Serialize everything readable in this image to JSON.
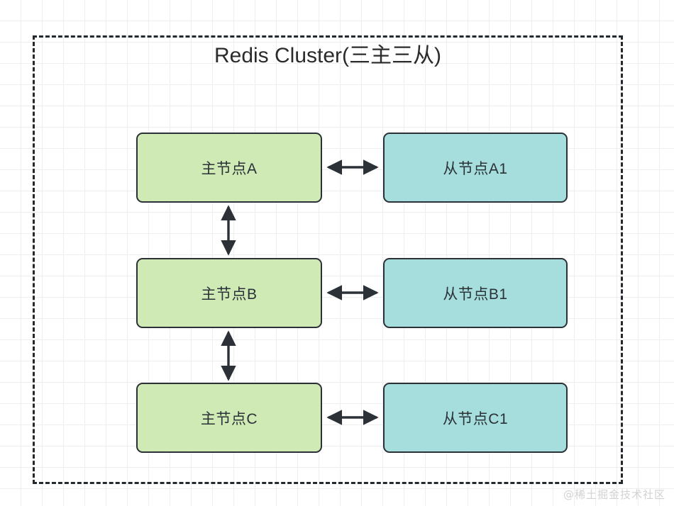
{
  "diagram": {
    "title": "Redis Cluster(三主三从)",
    "watermark": "@稀土掘金技术社区",
    "boundary_style": "dashed",
    "colors": {
      "master_fill": "#cfeab5",
      "replica_fill": "#a5dedd",
      "stroke": "#2b3137",
      "boundary": "#24292e",
      "grid": "#eeeeee",
      "background": "#ffffff",
      "watermark": "#d2d2d2"
    },
    "nodes": [
      {
        "id": "master-a",
        "label": "主节点A",
        "role": "master",
        "row": 0
      },
      {
        "id": "replica-a1",
        "label": "从节点A1",
        "role": "replica",
        "row": 0
      },
      {
        "id": "master-b",
        "label": "主节点B",
        "role": "master",
        "row": 1
      },
      {
        "id": "replica-b1",
        "label": "从节点B1",
        "role": "replica",
        "row": 1
      },
      {
        "id": "master-c",
        "label": "主节点C",
        "role": "master",
        "row": 2
      },
      {
        "id": "replica-c1",
        "label": "从节点C1",
        "role": "replica",
        "row": 2
      }
    ],
    "connections": [
      {
        "id": "link-a-a1",
        "from": "master-a",
        "to": "replica-a1",
        "direction": "bidirectional",
        "orientation": "horizontal"
      },
      {
        "id": "link-b-b1",
        "from": "master-b",
        "to": "replica-b1",
        "direction": "bidirectional",
        "orientation": "horizontal"
      },
      {
        "id": "link-c-c1",
        "from": "master-c",
        "to": "replica-c1",
        "direction": "bidirectional",
        "orientation": "horizontal"
      },
      {
        "id": "link-a-b",
        "from": "master-a",
        "to": "master-b",
        "direction": "bidirectional",
        "orientation": "vertical"
      },
      {
        "id": "link-b-c",
        "from": "master-b",
        "to": "master-c",
        "direction": "bidirectional",
        "orientation": "vertical"
      }
    ]
  }
}
